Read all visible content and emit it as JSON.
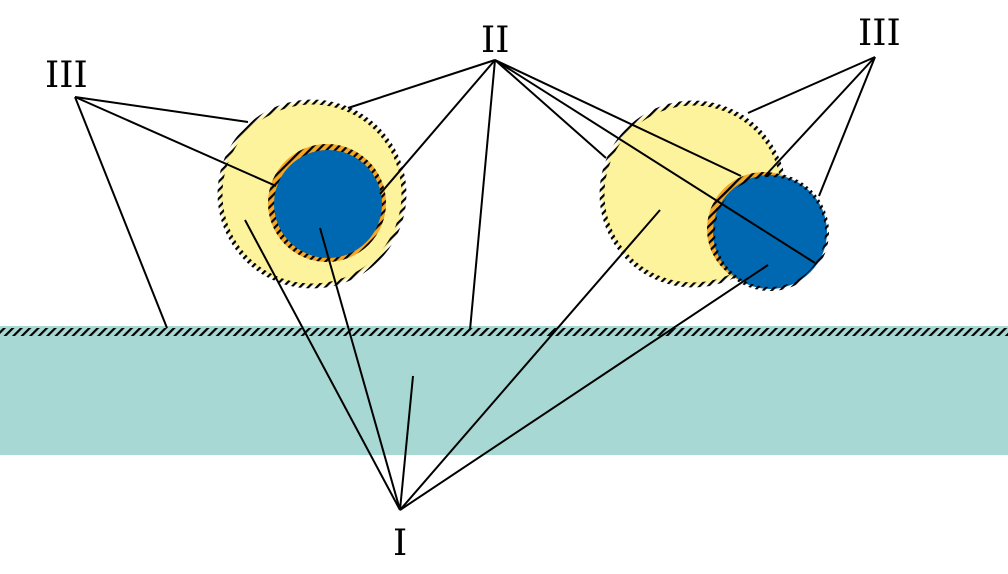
{
  "labels": {
    "one": "I",
    "two": "II",
    "three_left": "III",
    "three_right": "III"
  },
  "colors": {
    "substrate": "#a7d8d4",
    "outer_layer": "#fdf39d",
    "intermediate_layer": "#f5a623",
    "core": "#0067b1",
    "lines": "#000000"
  }
}
